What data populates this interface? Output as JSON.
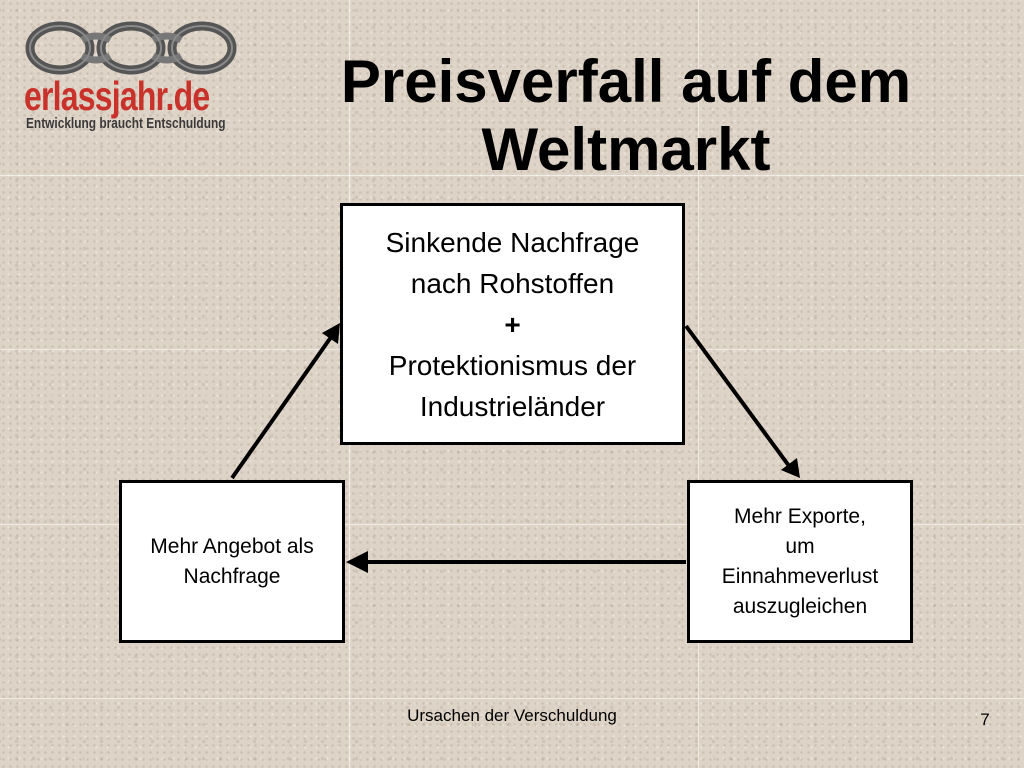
{
  "logo": {
    "word": "erlassjahr.de",
    "tagline": "Entwicklung braucht Entschuldung"
  },
  "title": {
    "line1": "Preisverfall auf dem",
    "line2": "Weltmarkt"
  },
  "diagram": {
    "top_box": {
      "line1": "Sinkende Nachfrage",
      "line2": "nach Rohstoffen",
      "plus": "+",
      "line3": "Protektionismus der",
      "line4": "Industrieländer"
    },
    "left_box": {
      "line1": "Mehr Angebot als",
      "line2": "Nachfrage"
    },
    "right_box": {
      "line1": "Mehr Exporte,",
      "line2": "um",
      "line3": "Einnahmeverlust",
      "line4": "auszugleichen"
    }
  },
  "footer": {
    "text": "Ursachen der Verschuldung",
    "page_number": "7"
  },
  "colors": {
    "background": "#ddd3c6",
    "logo_red": "#c8322a",
    "chain_gray": "#555555"
  }
}
